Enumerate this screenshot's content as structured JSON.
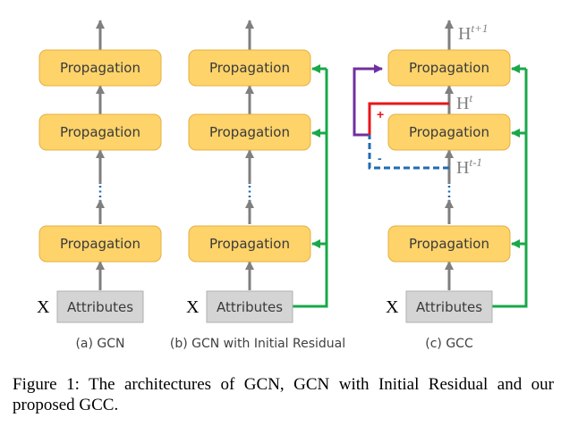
{
  "diagram": {
    "panels": [
      {
        "caption": "(a) GCN",
        "box_labels": [
          "Propagation",
          "Propagation",
          "Propagation"
        ],
        "input_label": "Attributes",
        "input_symbol": "X"
      },
      {
        "caption": "(b) GCN with Initial Residual",
        "box_labels": [
          "Propagation",
          "Propagation",
          "Propagation"
        ],
        "input_label": "Attributes",
        "input_symbol": "X"
      },
      {
        "caption": "(c) GCC",
        "box_labels": [
          "Propagation",
          "Propagation",
          "Propagation"
        ],
        "input_label": "Attributes",
        "input_symbol": "X",
        "hidden_labels": {
          "top": {
            "base": "H",
            "sup": "t+1"
          },
          "mid": {
            "base": "H",
            "sup": "t"
          },
          "low": {
            "base": "H",
            "sup": "t-1"
          }
        },
        "signs": {
          "plus": "+",
          "minus": "-"
        }
      }
    ],
    "colors": {
      "propagation_fill": "#fdd36a",
      "attributes_fill": "#d4d4d4",
      "flow_arrow": "#7f7f7f",
      "initial_residual": "#19a84a",
      "positive_path": "#e8161b",
      "negative_path": "#1f6bb3",
      "skip_path": "#7030a0"
    }
  },
  "caption": "Figure 1: The architectures of GCN, GCN with Initial Residual and our proposed GCC."
}
